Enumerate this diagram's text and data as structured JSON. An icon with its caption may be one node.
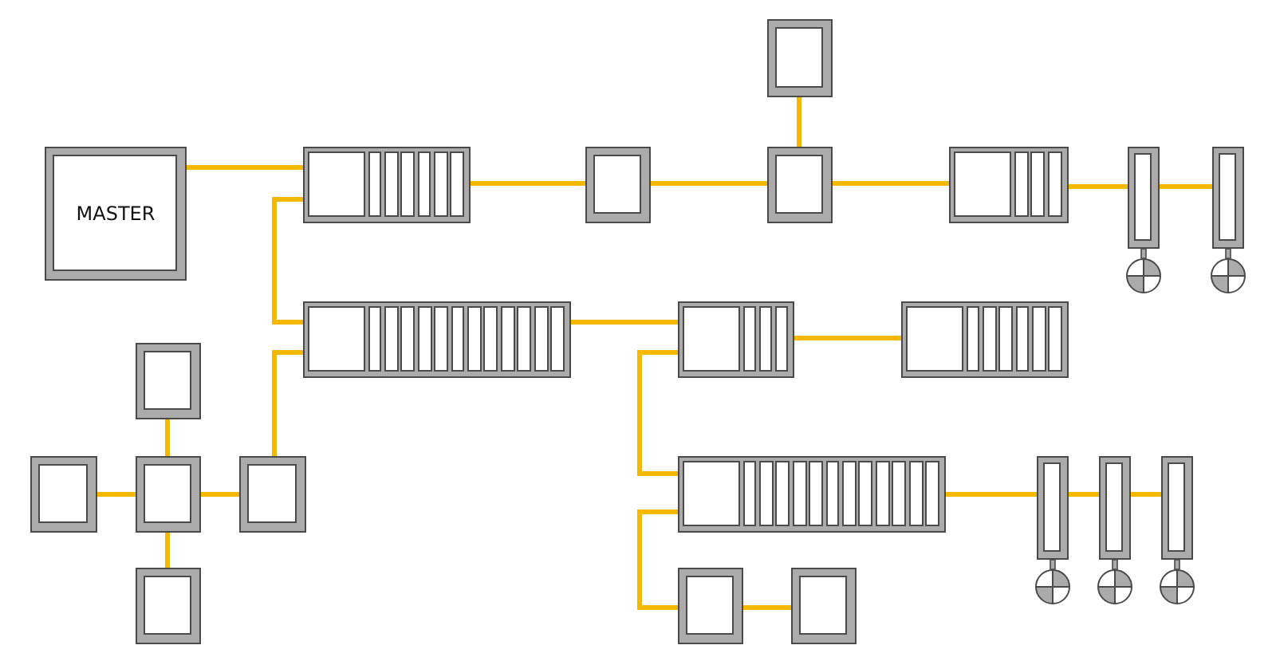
{
  "diagram": {
    "nodes": [
      {
        "text": [
          "MASTER"
        ]
      },
      {
        "text": [],
        "shape": "box"
      },
      {
        "text": [],
        "shape": "box"
      },
      {
        "text": [],
        "shape": "box"
      },
      {
        "text": [],
        "shape": "box"
      },
      {
        "text": [],
        "shape": "box"
      },
      {
        "text": [],
        "shape": "box"
      },
      {
        "text": [],
        "shape": "box"
      },
      {
        "text": [],
        "shape": "box"
      },
      {
        "text": [],
        "shape": "box"
      },
      {
        "text": [],
        "shape": "box"
      },
      {
        "text": [],
        "shape": "box"
      },
      {
        "text": [],
        "shape": "box"
      },
      {
        "text": [],
        "shape": "box"
      },
      {
        "text": [],
        "shape": "box"
      },
      {
        "text": [],
        "shape": "box"
      },
      {
        "text": [],
        "shape": "box"
      },
      {
        "text": [],
        "shape": "box"
      },
      {
        "text": [],
        "shape": "box"
      },
      {
        "text": [],
        "shape": "box"
      },
      {
        "text": [],
        "shape": "box"
      },
      {
        "text": [],
        "shape": "box"
      }
    ],
    "edges": [
      {
        "from": 0,
        "to": 1,
        "arrow": "none"
      },
      {
        "from": 1,
        "to": 2,
        "arrow": "none"
      },
      {
        "from": 2,
        "to": 4,
        "arrow": "none"
      },
      {
        "from": 3,
        "to": 4,
        "arrow": "none"
      },
      {
        "from": 4,
        "to": 5,
        "arrow": "none"
      },
      {
        "from": 5,
        "to": 6,
        "arrow": "none"
      },
      {
        "from": 6,
        "to": 7,
        "arrow": "none"
      },
      {
        "from": 1,
        "to": 8,
        "arrow": "none"
      },
      {
        "from": 8,
        "to": 9,
        "arrow": "none"
      },
      {
        "from": 9,
        "to": 10,
        "arrow": "none"
      },
      {
        "from": 8,
        "to": 14,
        "arrow": "none"
      },
      {
        "from": 9,
        "to": 16,
        "arrow": "none"
      },
      {
        "from": 16,
        "to": 20,
        "arrow": "none"
      },
      {
        "from": 20,
        "to": 21,
        "arrow": "none"
      },
      {
        "from": 16,
        "to": 17,
        "arrow": "none"
      },
      {
        "from": 17,
        "to": 18,
        "arrow": "none"
      },
      {
        "from": 18,
        "to": 19,
        "arrow": "none"
      },
      {
        "from": 11,
        "to": 13,
        "arrow": "none"
      },
      {
        "from": 12,
        "to": 13,
        "arrow": "none"
      },
      {
        "from": 13,
        "to": 14,
        "arrow": "none"
      },
      {
        "from": 13,
        "to": 15,
        "arrow": "none"
      }
    ]
  }
}
